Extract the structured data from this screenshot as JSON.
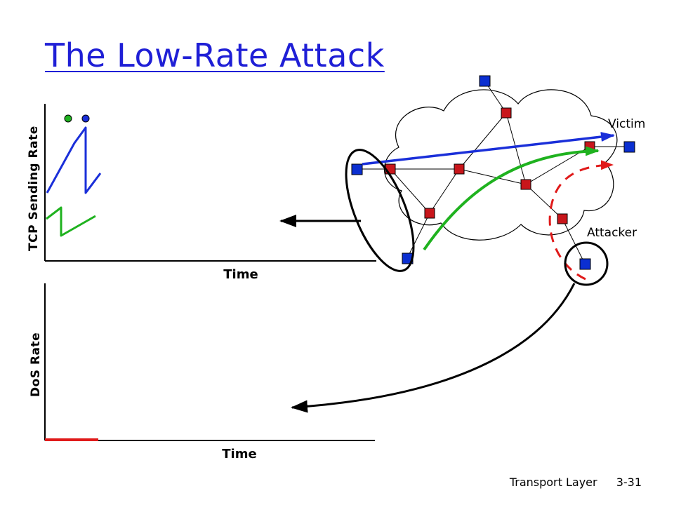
{
  "title": "The Low-Rate Attack",
  "top_plot": {
    "ylabel": "TCP Sending Rate",
    "xlabel": "Time"
  },
  "bottom_plot": {
    "ylabel": "DoS Rate",
    "xlabel": "Time"
  },
  "network": {
    "victim_label": "Victim",
    "attacker_label": "Attacker"
  },
  "footer": {
    "section": "Transport Layer",
    "page": "3-31"
  },
  "colors": {
    "title": "#1f1fd6",
    "tcp_flow_blue": "#1a2fd9",
    "tcp_flow_green": "#1fb21f",
    "attack_red": "#e01a1a",
    "host_blue": "#0b2fd1",
    "router_red": "#c8161b"
  }
}
